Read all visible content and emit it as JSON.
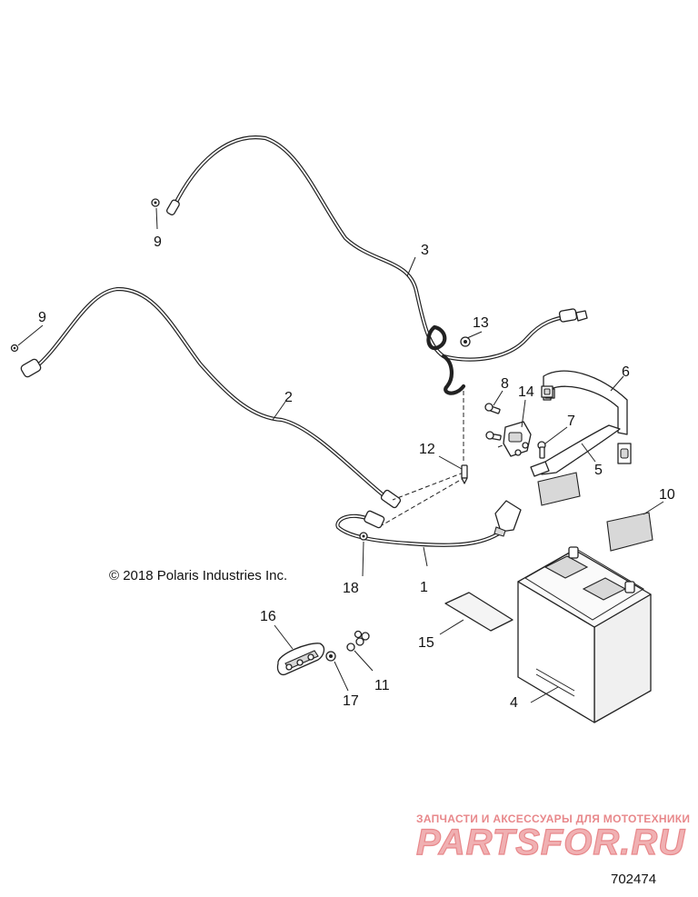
{
  "diagram": {
    "copyright": "© 2018 Polaris Industries Inc.",
    "drawing_number": "702474",
    "watermark": {
      "tagline": "ЗАПЧАСТИ И АКСЕССУАРЫ ДЛЯ МОТОТЕХНИКИ",
      "logo": "PARTSFOR.RU",
      "color": "#e8888b"
    },
    "callouts": {
      "c1": "1",
      "c2": "2",
      "c3": "3",
      "c4": "4",
      "c5": "5",
      "c6": "6",
      "c7": "7",
      "c8": "8",
      "c9a": "9",
      "c9b": "9",
      "c10": "10",
      "c11": "11",
      "c12": "12",
      "c13": "13",
      "c14": "14",
      "c15": "15",
      "c16": "16",
      "c17": "17",
      "c18": "18"
    }
  }
}
